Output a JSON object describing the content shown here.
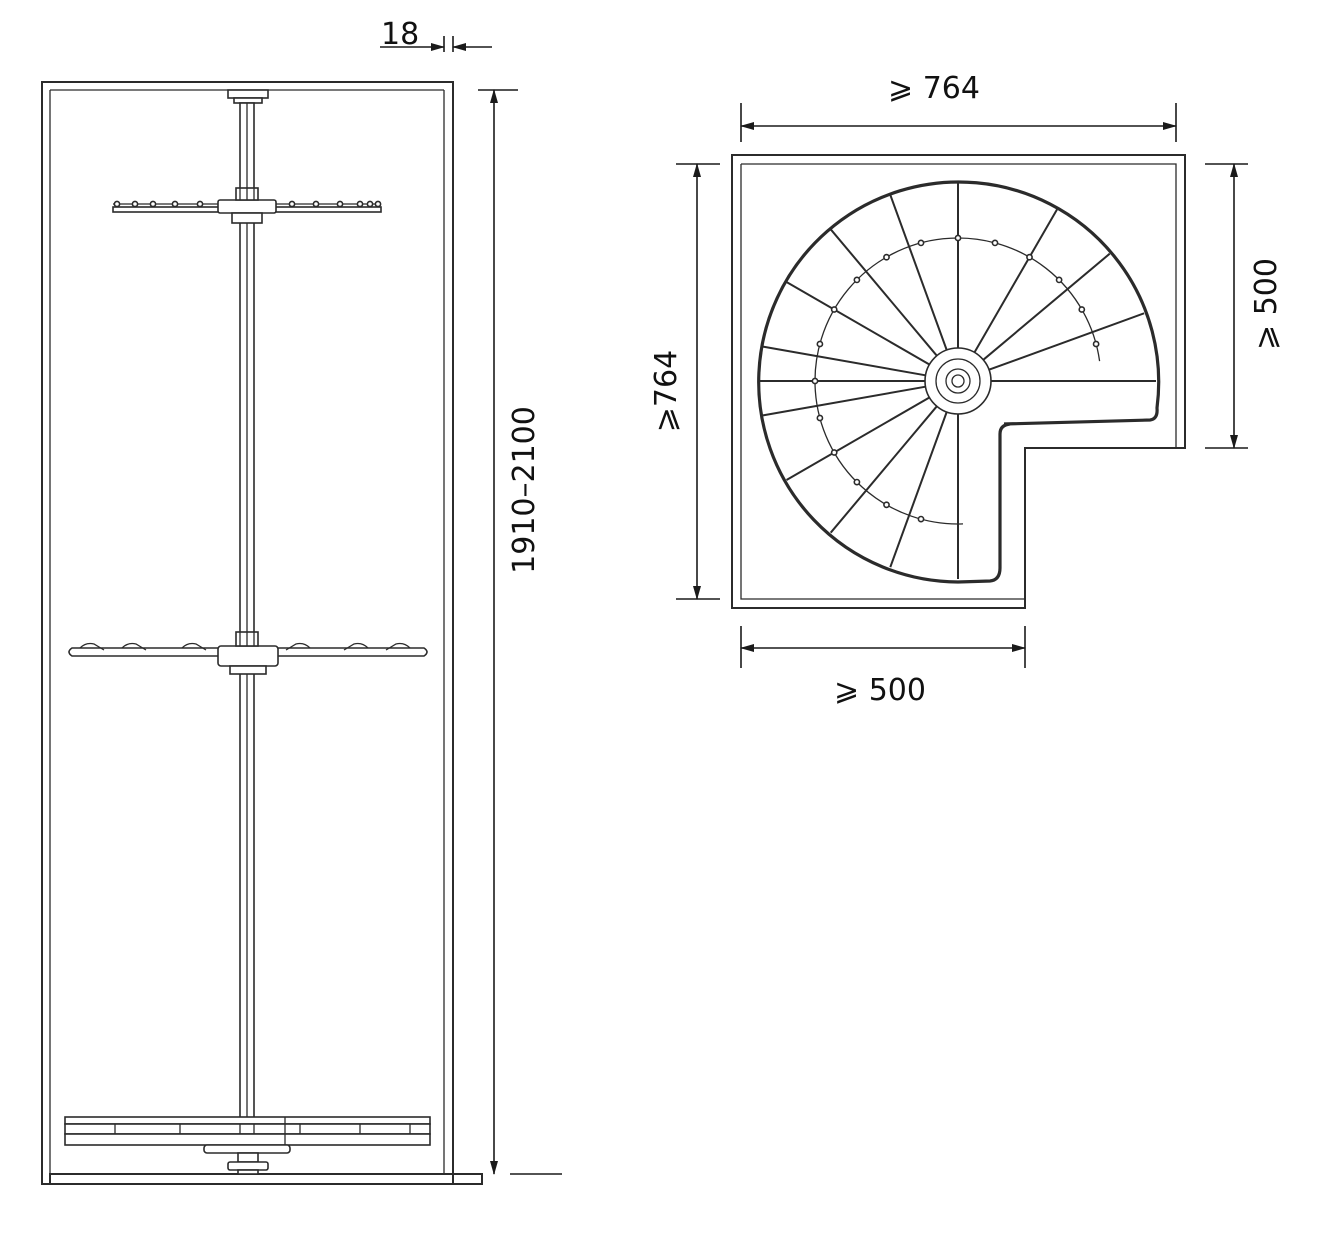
{
  "side_view": {
    "dim_panel_thickness": "18",
    "dim_height": "1910–2100"
  },
  "top_view": {
    "dim_top_width": "⩾ 764",
    "dim_left_depth": "⩾764",
    "dim_right_depth": "⩾ 500",
    "dim_bottom_width": "⩾ 500"
  },
  "colors": {
    "line": "#2b2b2b",
    "background": "#ffffff"
  }
}
